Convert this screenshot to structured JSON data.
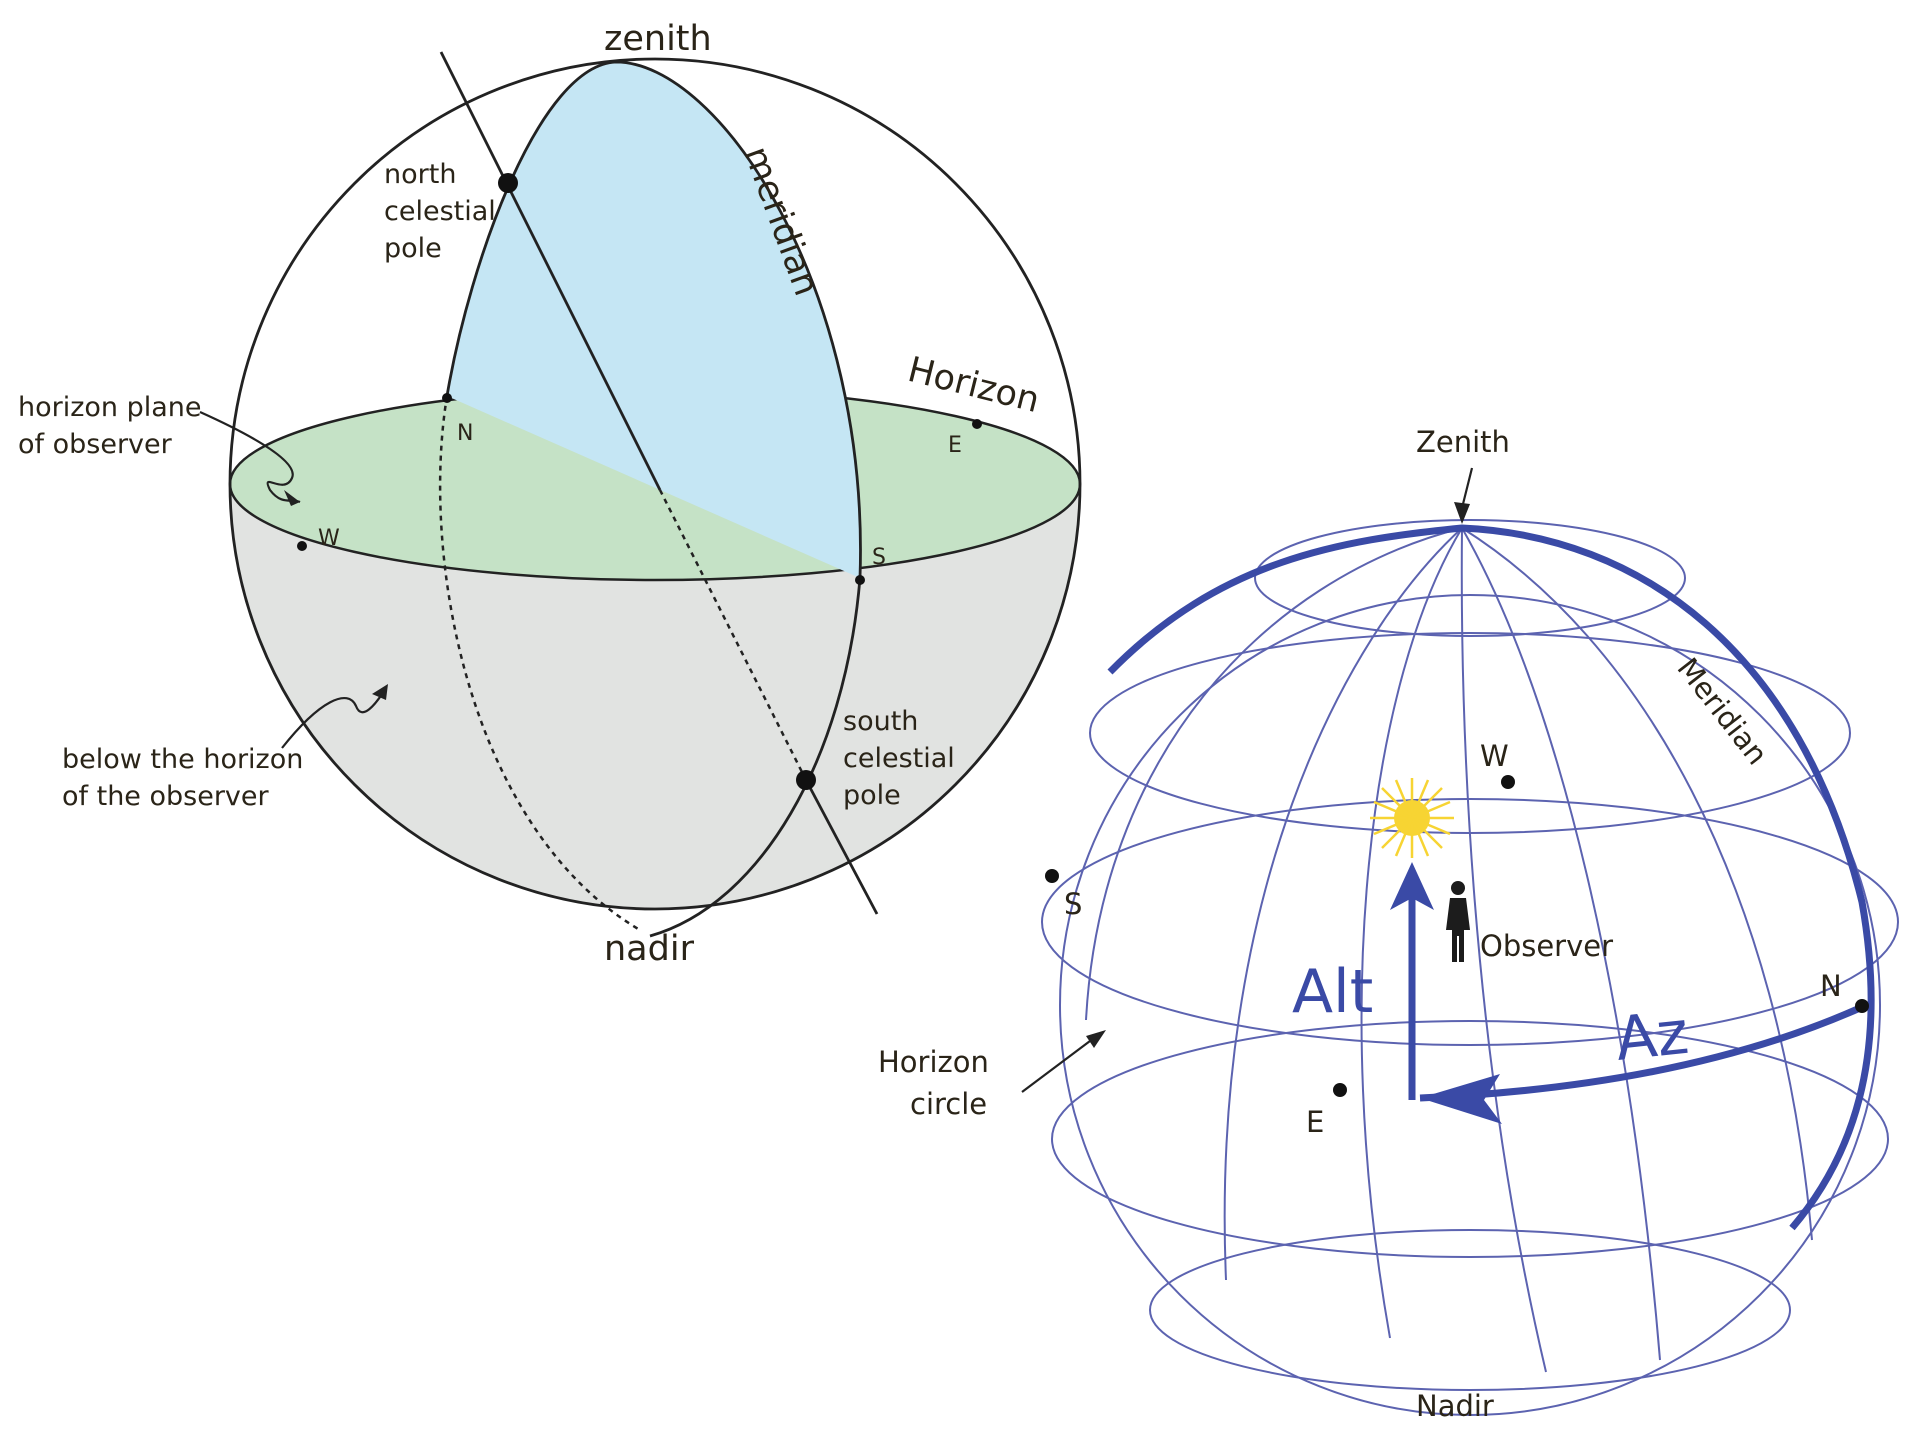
{
  "left_diagram": {
    "zenith": "zenith",
    "nadir": "nadir",
    "meridian": "meridian",
    "horizon": "Horizon",
    "ncp": [
      "north",
      "celestial",
      "pole"
    ],
    "scp": [
      "south",
      "celestial",
      "pole"
    ],
    "horizon_plane": [
      "horizon plane",
      "of observer"
    ],
    "below": [
      "below the horizon",
      "of the observer"
    ],
    "dirs": {
      "n": "N",
      "s": "S",
      "e": "E",
      "w": "W"
    }
  },
  "right_diagram": {
    "zenith": "Zenith",
    "nadir": "Nadir",
    "meridian": "Meridian",
    "observer": "Observer",
    "alt": "Alt",
    "az": "Az",
    "horizon_circle": [
      "Horizon",
      "circle"
    ],
    "dirs": {
      "n": "N",
      "s": "S",
      "e": "E",
      "w": "W"
    }
  },
  "colors": {
    "sky_fill": "#c5e6f4",
    "horizon_fill": "#c5e2c6",
    "below_fill": "#e1e3e1",
    "grid_blue": "#5c63b0",
    "arrow_blue": "#3a4aa6",
    "sun": "#f7d433"
  },
  "icons": [
    "sun-icon",
    "observer-icon"
  ]
}
